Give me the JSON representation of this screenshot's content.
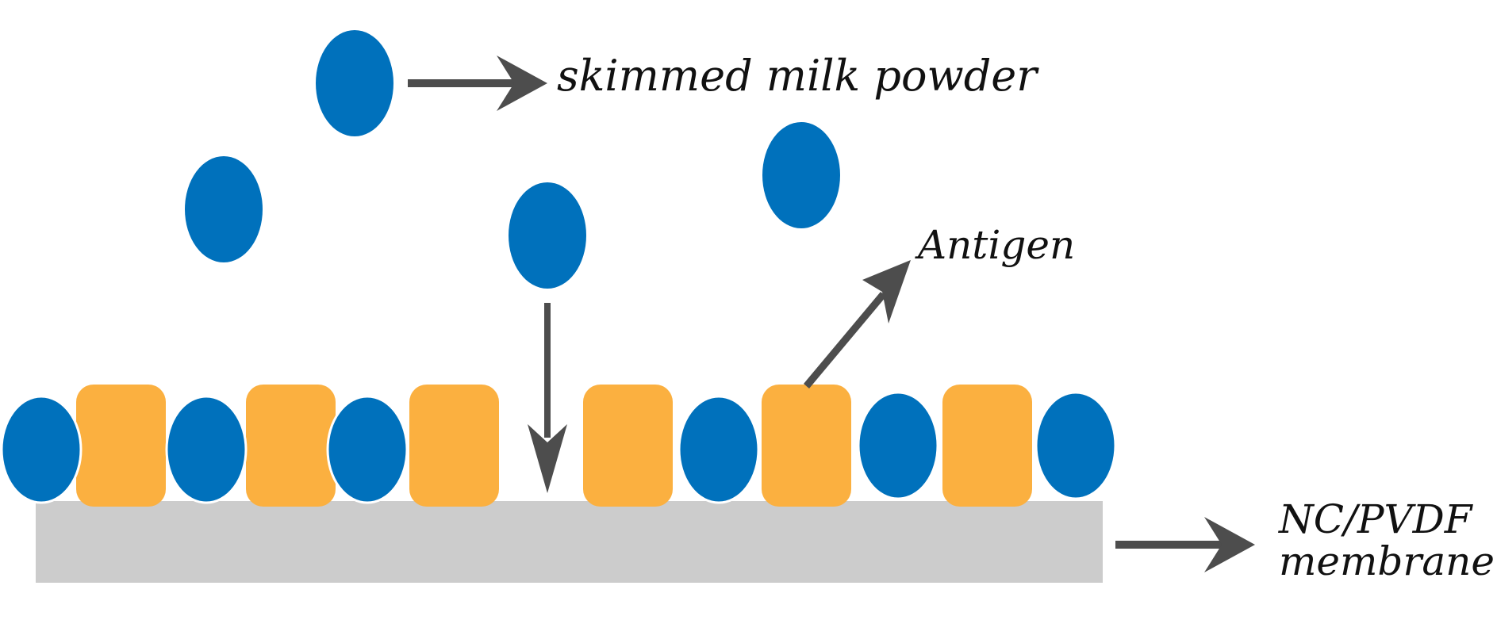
{
  "labels": {
    "milk": "skimmed milk powder",
    "antigen": "Antigen",
    "membrane_line1": "NC/PVDF",
    "membrane_line2": "membrane"
  },
  "colors": {
    "milk_particle": "#0071bc",
    "antigen": "#fbb040",
    "membrane": "#cccccc",
    "arrow": "#4d4d4d"
  }
}
